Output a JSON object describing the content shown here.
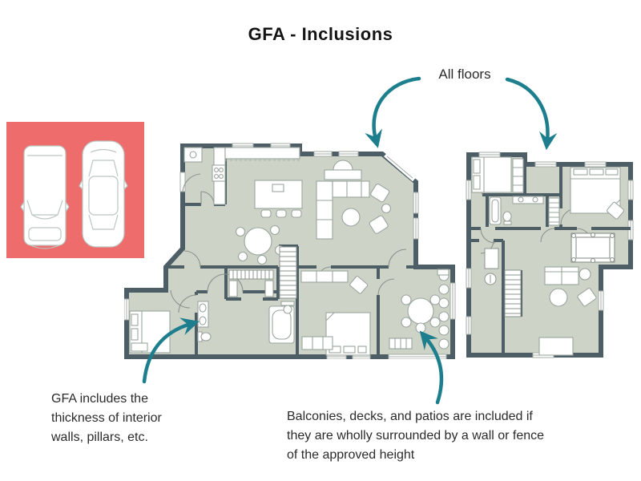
{
  "title": "GFA - Inclusions",
  "annotations": {
    "all_floors": "All floors",
    "gfa_note": "GFA includes the thickness of interior walls, pillars, etc.",
    "balconies_note": "Balconies, decks, and patios are included if they are wholly surrounded by a wall or fence of the approved height"
  },
  "colors": {
    "accent": "#1d7f8e",
    "garage": "#ee6c6c",
    "floor": "#cdd3c6",
    "wall": "#4e5e66",
    "furniture": "#9aa59e",
    "text": "#2b2b2b",
    "title_text": "#141414"
  },
  "icons": {
    "garage": "two-cars-top-view",
    "main_floor_plan": "ground-floor-plan-top-view",
    "second_floor_plan": "upper-floor-plan-top-view"
  }
}
